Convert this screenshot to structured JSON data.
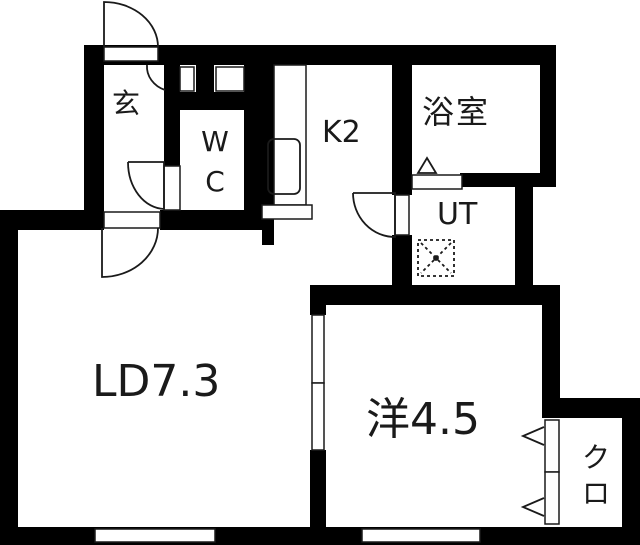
{
  "floor_plan": {
    "rooms": {
      "genkan": {
        "label": "玄",
        "meaning": "entrance"
      },
      "wc": {
        "label_line1": "W",
        "label_line2": "C"
      },
      "kitchen": {
        "label": "K2"
      },
      "bath": {
        "label": "浴室"
      },
      "utility": {
        "label": "UT"
      },
      "living_dining": {
        "label": "LD7.3"
      },
      "western_room": {
        "label": "洋4.5"
      },
      "closet": {
        "label_line1": "ク",
        "label_line2": "ロ"
      }
    },
    "colors": {
      "wall": "#000000",
      "background": "#ffffff",
      "line": "#1a1a1a"
    }
  }
}
